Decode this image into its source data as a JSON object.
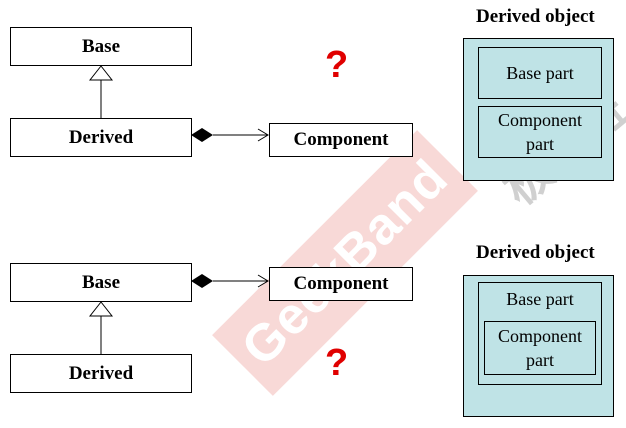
{
  "top": {
    "base_label": "Base",
    "derived_label": "Derived",
    "component_label": "Component",
    "question_mark": "?",
    "object_title": "Derived object",
    "object_parts": [
      "Base part",
      "Component part"
    ]
  },
  "bottom": {
    "base_label": "Base",
    "derived_label": "Derived",
    "component_label": "Component",
    "question_mark": "?",
    "object_title": "Derived object",
    "outer_part": "Base part",
    "inner_part": "Component part"
  },
  "watermark": {
    "text": "GeekBand",
    "text_cn": "极客班"
  },
  "colors": {
    "object_fill": "#bfe3e6",
    "question": "#e00000"
  }
}
